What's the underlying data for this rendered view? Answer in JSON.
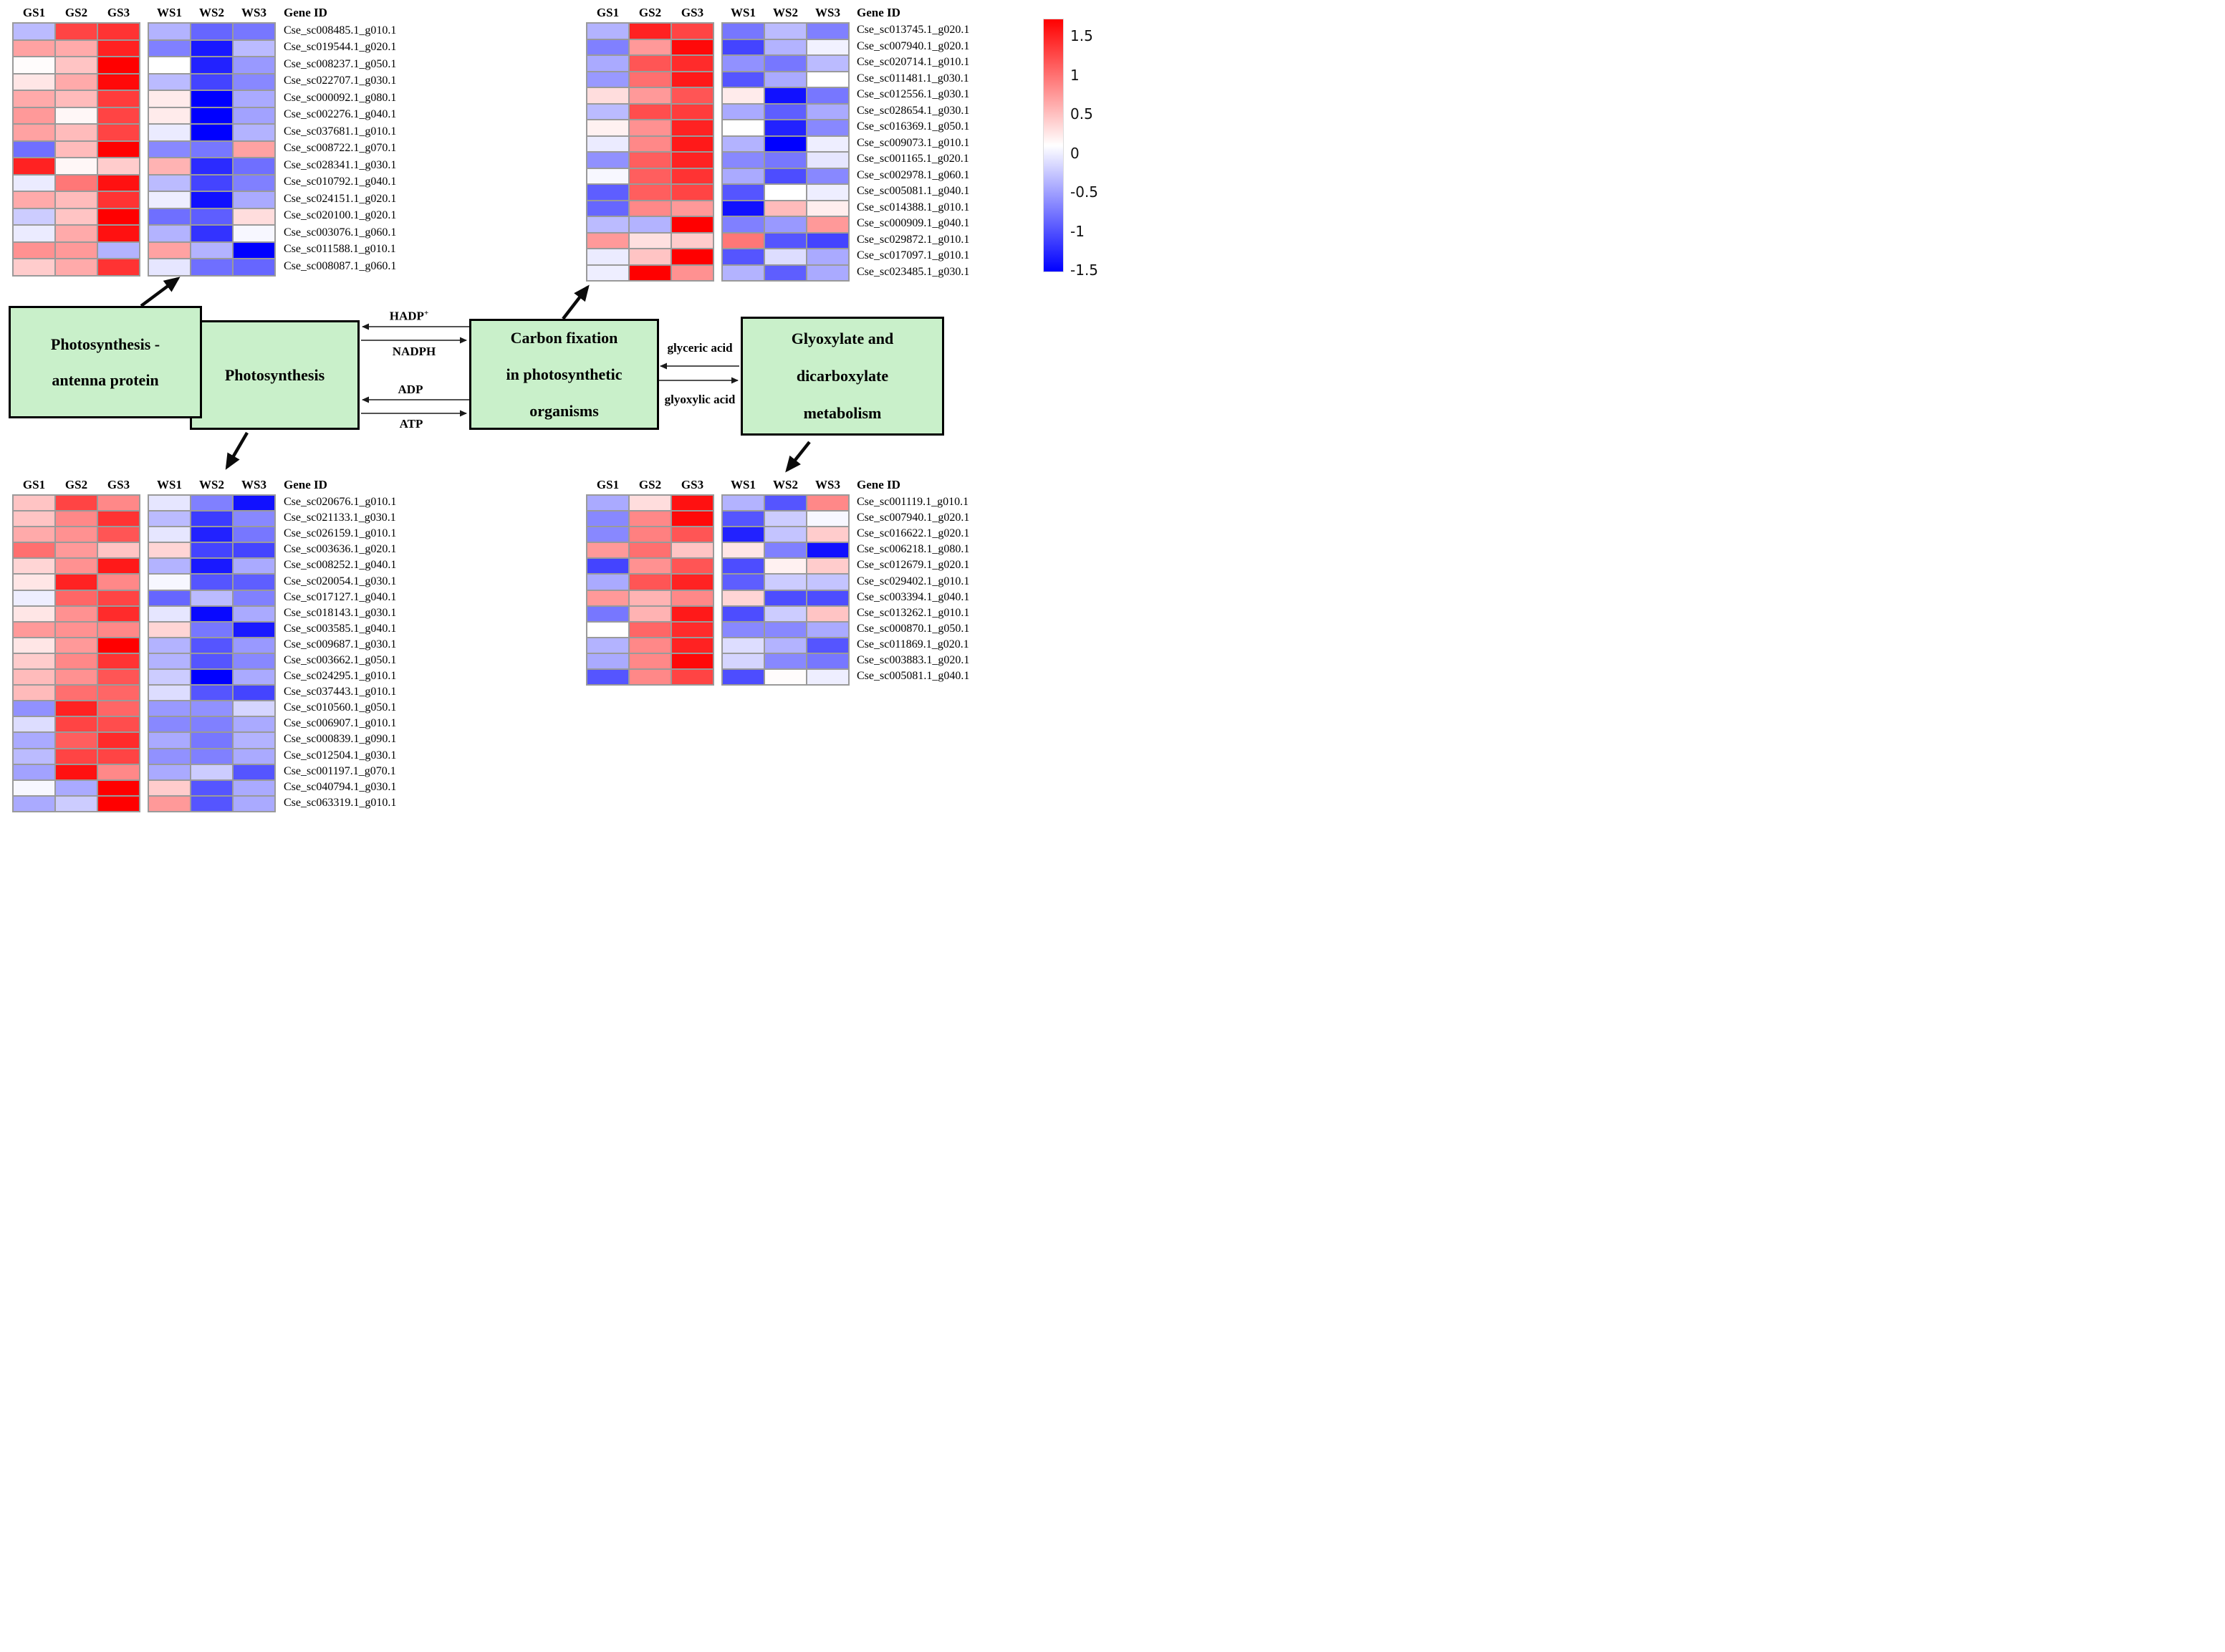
{
  "colors": {
    "box_green": "#c9f0ca",
    "box_border": "#000000",
    "grid_line": "#9a9a9a",
    "heat_max_color": "#ff0000",
    "heat_mid_color": "#ffffff",
    "heat_min_color": "#0000ff"
  },
  "pathway_boxes": [
    {
      "id": "photosynthesis-antenna",
      "label": "Photosynthesis -\nantenna protein"
    },
    {
      "id": "photosynthesis",
      "label": "Photosynthesis"
    },
    {
      "id": "carbon-fixation",
      "label": "Carbon fixation\nin photosynthetic\norganisms"
    },
    {
      "id": "glyoxylate",
      "label": "Glyoxylate and\ndicarboxylate\nmetabolism"
    }
  ],
  "metabolite_labels": {
    "hadp_base": "HADP",
    "hadp_sup": "+",
    "nadph": "NADPH",
    "adp": "ADP",
    "atp": "ATP",
    "glyceric": "glyceric acid",
    "glyoxylic": "glyoxylic acid"
  },
  "legend": {
    "ticks": [
      "1.5",
      "1",
      "0.5",
      "0",
      "-0.5",
      "-1",
      "-1.5"
    ],
    "max": 1.5,
    "min": -1.5
  },
  "chart_data": [
    {
      "type": "heatmap",
      "pathway": "Photosynthesis - antenna protein",
      "columns": [
        "GS1",
        "GS2",
        "GS3",
        "WS1",
        "WS2",
        "WS3"
      ],
      "gene_header": "Gene ID",
      "value_range": [
        -1.5,
        1.5
      ],
      "genes": [
        "Cse_sc008485.1_g010.1",
        "Cse_sc019544.1_g020.1",
        "Cse_sc008237.1_g050.1",
        "Cse_sc022707.1_g030.1",
        "Cse_sc000092.1_g080.1",
        "Cse_sc002276.1_g040.1",
        "Cse_sc037681.1_g010.1",
        "Cse_sc008722.1_g070.1",
        "Cse_sc028341.1_g030.1",
        "Cse_sc010792.1_g040.1",
        "Cse_sc024151.1_g020.1",
        "Cse_sc020100.1_g020.1",
        "Cse_sc003076.1_g060.1",
        "Cse_sc011588.1_g010.1",
        "Cse_sc008087.1_g060.1"
      ],
      "values": [
        [
          -0.4,
          1.1,
          1.2,
          -0.45,
          -0.9,
          -0.8
        ],
        [
          0.55,
          0.5,
          1.3,
          -0.75,
          -1.35,
          -0.4
        ],
        [
          0.02,
          0.35,
          1.5,
          0.0,
          -1.3,
          -0.6
        ],
        [
          0.15,
          0.5,
          1.45,
          -0.4,
          -1.1,
          -0.7
        ],
        [
          0.5,
          0.4,
          1.15,
          0.12,
          -1.5,
          -0.5
        ],
        [
          0.6,
          0.05,
          1.1,
          0.12,
          -1.5,
          -0.55
        ],
        [
          0.55,
          0.4,
          1.1,
          -0.12,
          -1.5,
          -0.45
        ],
        [
          -0.85,
          0.4,
          1.5,
          -0.7,
          -0.8,
          0.55
        ],
        [
          1.3,
          0.05,
          0.3,
          0.45,
          -1.25,
          -0.85
        ],
        [
          -0.12,
          0.8,
          1.4,
          -0.4,
          -1.1,
          -0.75
        ],
        [
          0.5,
          0.4,
          1.2,
          -0.1,
          -1.4,
          -0.5
        ],
        [
          -0.3,
          0.35,
          1.5,
          -0.85,
          -0.95,
          0.2
        ],
        [
          -0.12,
          0.5,
          1.4,
          -0.45,
          -1.2,
          -0.05
        ],
        [
          0.65,
          0.6,
          -0.45,
          0.55,
          -0.45,
          -1.5
        ],
        [
          0.3,
          0.5,
          1.2,
          -0.15,
          -0.85,
          -0.9
        ]
      ]
    },
    {
      "type": "heatmap",
      "pathway": "Carbon fixation in photosynthetic organisms",
      "columns": [
        "GS1",
        "GS2",
        "GS3",
        "WS1",
        "WS2",
        "WS3"
      ],
      "gene_header": "Gene ID",
      "value_range": [
        -1.5,
        1.5
      ],
      "genes": [
        "Cse_sc013745.1_g020.1",
        "Cse_sc007940.1_g020.1",
        "Cse_sc020714.1_g010.1",
        "Cse_sc011481.1_g030.1",
        "Cse_sc012556.1_g030.1",
        "Cse_sc028654.1_g030.1",
        "Cse_sc016369.1_g050.1",
        "Cse_sc009073.1_g010.1",
        "Cse_sc001165.1_g020.1",
        "Cse_sc002978.1_g060.1",
        "Cse_sc005081.1_g040.1",
        "Cse_sc014388.1_g010.1",
        "Cse_sc000909.1_g040.1",
        "Cse_sc029872.1_g010.1",
        "Cse_sc017097.1_g010.1",
        "Cse_sc023485.1_g030.1"
      ],
      "values": [
        [
          -0.45,
          1.3,
          1.1,
          -0.8,
          -0.4,
          -0.75
        ],
        [
          -0.75,
          0.6,
          1.45,
          -1.1,
          -0.45,
          -0.08
        ],
        [
          -0.5,
          1.0,
          1.25,
          -0.65,
          -0.8,
          -0.4
        ],
        [
          -0.6,
          0.85,
          1.35,
          -1.0,
          -0.5,
          0.0
        ],
        [
          0.2,
          0.6,
          1.0,
          0.12,
          -1.4,
          -0.8
        ],
        [
          -0.4,
          1.05,
          1.15,
          -0.5,
          -0.95,
          -0.5
        ],
        [
          0.08,
          0.65,
          1.3,
          0.0,
          -1.3,
          -0.7
        ],
        [
          -0.12,
          0.7,
          1.35,
          -0.45,
          -1.5,
          -0.1
        ],
        [
          -0.65,
          0.95,
          1.3,
          -0.7,
          -0.8,
          -0.15
        ],
        [
          -0.05,
          0.95,
          1.2,
          -0.5,
          -1.05,
          -0.7
        ],
        [
          -0.95,
          0.95,
          1.1,
          -1.0,
          0.0,
          -0.1
        ],
        [
          -0.9,
          0.7,
          0.6,
          -1.4,
          0.4,
          0.1
        ],
        [
          -0.4,
          -0.45,
          1.5,
          -0.75,
          -0.6,
          0.6
        ],
        [
          0.6,
          0.18,
          0.3,
          0.8,
          -1.0,
          -1.1
        ],
        [
          -0.12,
          0.35,
          1.5,
          -1.0,
          -0.2,
          -0.5
        ],
        [
          -0.1,
          1.5,
          0.65,
          -0.45,
          -0.95,
          -0.5
        ]
      ]
    },
    {
      "type": "heatmap",
      "pathway": "Photosynthesis",
      "columns": [
        "GS1",
        "GS2",
        "GS3",
        "WS1",
        "WS2",
        "WS3"
      ],
      "gene_header": "Gene ID",
      "value_range": [
        -1.5,
        1.5
      ],
      "genes": [
        "Cse_sc020676.1_g010.1",
        "Cse_sc021133.1_g030.1",
        "Cse_sc026159.1_g010.1",
        "Cse_sc003636.1_g020.1",
        "Cse_sc008252.1_g040.1",
        "Cse_sc020054.1_g030.1",
        "Cse_sc017127.1_g040.1",
        "Cse_sc018143.1_g030.1",
        "Cse_sc003585.1_g040.1",
        "Cse_sc009687.1_g030.1",
        "Cse_sc003662.1_g050.1",
        "Cse_sc024295.1_g010.1",
        "Cse_sc037443.1_g010.1",
        "Cse_sc010560.1_g050.1",
        "Cse_sc006907.1_g010.1",
        "Cse_sc000839.1_g090.1",
        "Cse_sc012504.1_g030.1",
        "Cse_sc001197.1_g070.1",
        "Cse_sc040794.1_g030.1",
        "Cse_sc063319.1_g010.1"
      ],
      "values": [
        [
          0.35,
          1.1,
          0.7,
          -0.15,
          -0.75,
          -1.4
        ],
        [
          0.35,
          0.7,
          1.2,
          -0.4,
          -1.15,
          -0.7
        ],
        [
          0.5,
          0.65,
          1.0,
          -0.15,
          -1.3,
          -0.8
        ],
        [
          0.85,
          0.6,
          0.35,
          0.25,
          -1.1,
          -1.1
        ],
        [
          0.25,
          0.65,
          1.35,
          -0.45,
          -1.35,
          -0.5
        ],
        [
          0.15,
          1.3,
          0.7,
          -0.05,
          -1.0,
          -0.95
        ],
        [
          -0.1,
          0.9,
          1.1,
          -0.9,
          -0.4,
          -0.75
        ],
        [
          0.15,
          0.65,
          1.25,
          -0.15,
          -1.45,
          -0.5
        ],
        [
          0.6,
          0.65,
          0.7,
          0.25,
          -0.8,
          -1.35
        ],
        [
          0.15,
          0.6,
          1.5,
          -0.45,
          -1.0,
          -0.6
        ],
        [
          0.3,
          0.7,
          1.2,
          -0.45,
          -1.0,
          -0.7
        ],
        [
          0.4,
          0.65,
          1.0,
          -0.3,
          -1.5,
          -0.5
        ],
        [
          0.4,
          0.85,
          0.9,
          -0.2,
          -1.0,
          -1.1
        ],
        [
          -0.65,
          1.3,
          0.9,
          -0.6,
          -0.65,
          -0.25
        ],
        [
          -0.2,
          1.1,
          1.05,
          -0.7,
          -0.75,
          -0.5
        ],
        [
          -0.5,
          0.95,
          1.25,
          -0.5,
          -0.8,
          -0.45
        ],
        [
          -0.4,
          1.1,
          1.1,
          -0.65,
          -0.75,
          -0.5
        ],
        [
          -0.55,
          1.4,
          0.7,
          -0.5,
          -0.3,
          -1.0
        ],
        [
          -0.05,
          -0.5,
          1.5,
          0.3,
          -1.0,
          -0.5
        ],
        [
          -0.5,
          -0.3,
          1.5,
          0.6,
          -1.0,
          -0.5
        ]
      ]
    },
    {
      "type": "heatmap",
      "pathway": "Glyoxylate and dicarboxylate metabolism",
      "columns": [
        "GS1",
        "GS2",
        "GS3",
        "WS1",
        "WS2",
        "WS3"
      ],
      "gene_header": "Gene ID",
      "value_range": [
        -1.5,
        1.5
      ],
      "genes": [
        "Cse_sc001119.1_g010.1",
        "Cse_sc007940.1_g020.1",
        "Cse_sc016622.1_g020.1",
        "Cse_sc006218.1_g080.1",
        "Cse_sc012679.1_g020.1",
        "Cse_sc029402.1_g010.1",
        "Cse_sc003394.1_g040.1",
        "Cse_sc013262.1_g010.1",
        "Cse_sc000870.1_g050.1",
        "Cse_sc011869.1_g020.1",
        "Cse_sc003883.1_g020.1",
        "Cse_sc005081.1_g040.1"
      ],
      "values": [
        [
          -0.5,
          0.2,
          1.4,
          -0.45,
          -1.0,
          0.7
        ],
        [
          -0.7,
          0.7,
          1.45,
          -1.0,
          -0.3,
          -0.05
        ],
        [
          -0.7,
          0.75,
          1.0,
          -1.3,
          -0.35,
          0.3
        ],
        [
          0.6,
          0.85,
          0.35,
          0.15,
          -0.75,
          -1.4
        ],
        [
          -1.1,
          0.65,
          1.0,
          -1.05,
          0.08,
          0.3
        ],
        [
          -0.5,
          1.0,
          1.3,
          -0.95,
          -0.3,
          -0.35
        ],
        [
          0.6,
          0.45,
          0.7,
          0.25,
          -1.05,
          -1.05
        ],
        [
          -0.8,
          0.45,
          1.35,
          -1.05,
          -0.3,
          0.35
        ],
        [
          0.0,
          0.9,
          1.25,
          -0.7,
          -0.7,
          -0.5
        ],
        [
          -0.45,
          0.7,
          1.3,
          -0.2,
          -0.45,
          -1.0
        ],
        [
          -0.5,
          0.7,
          1.45,
          -0.25,
          -0.7,
          -0.8
        ],
        [
          -1.0,
          0.7,
          1.1,
          -1.05,
          0.02,
          -0.1
        ]
      ]
    }
  ]
}
